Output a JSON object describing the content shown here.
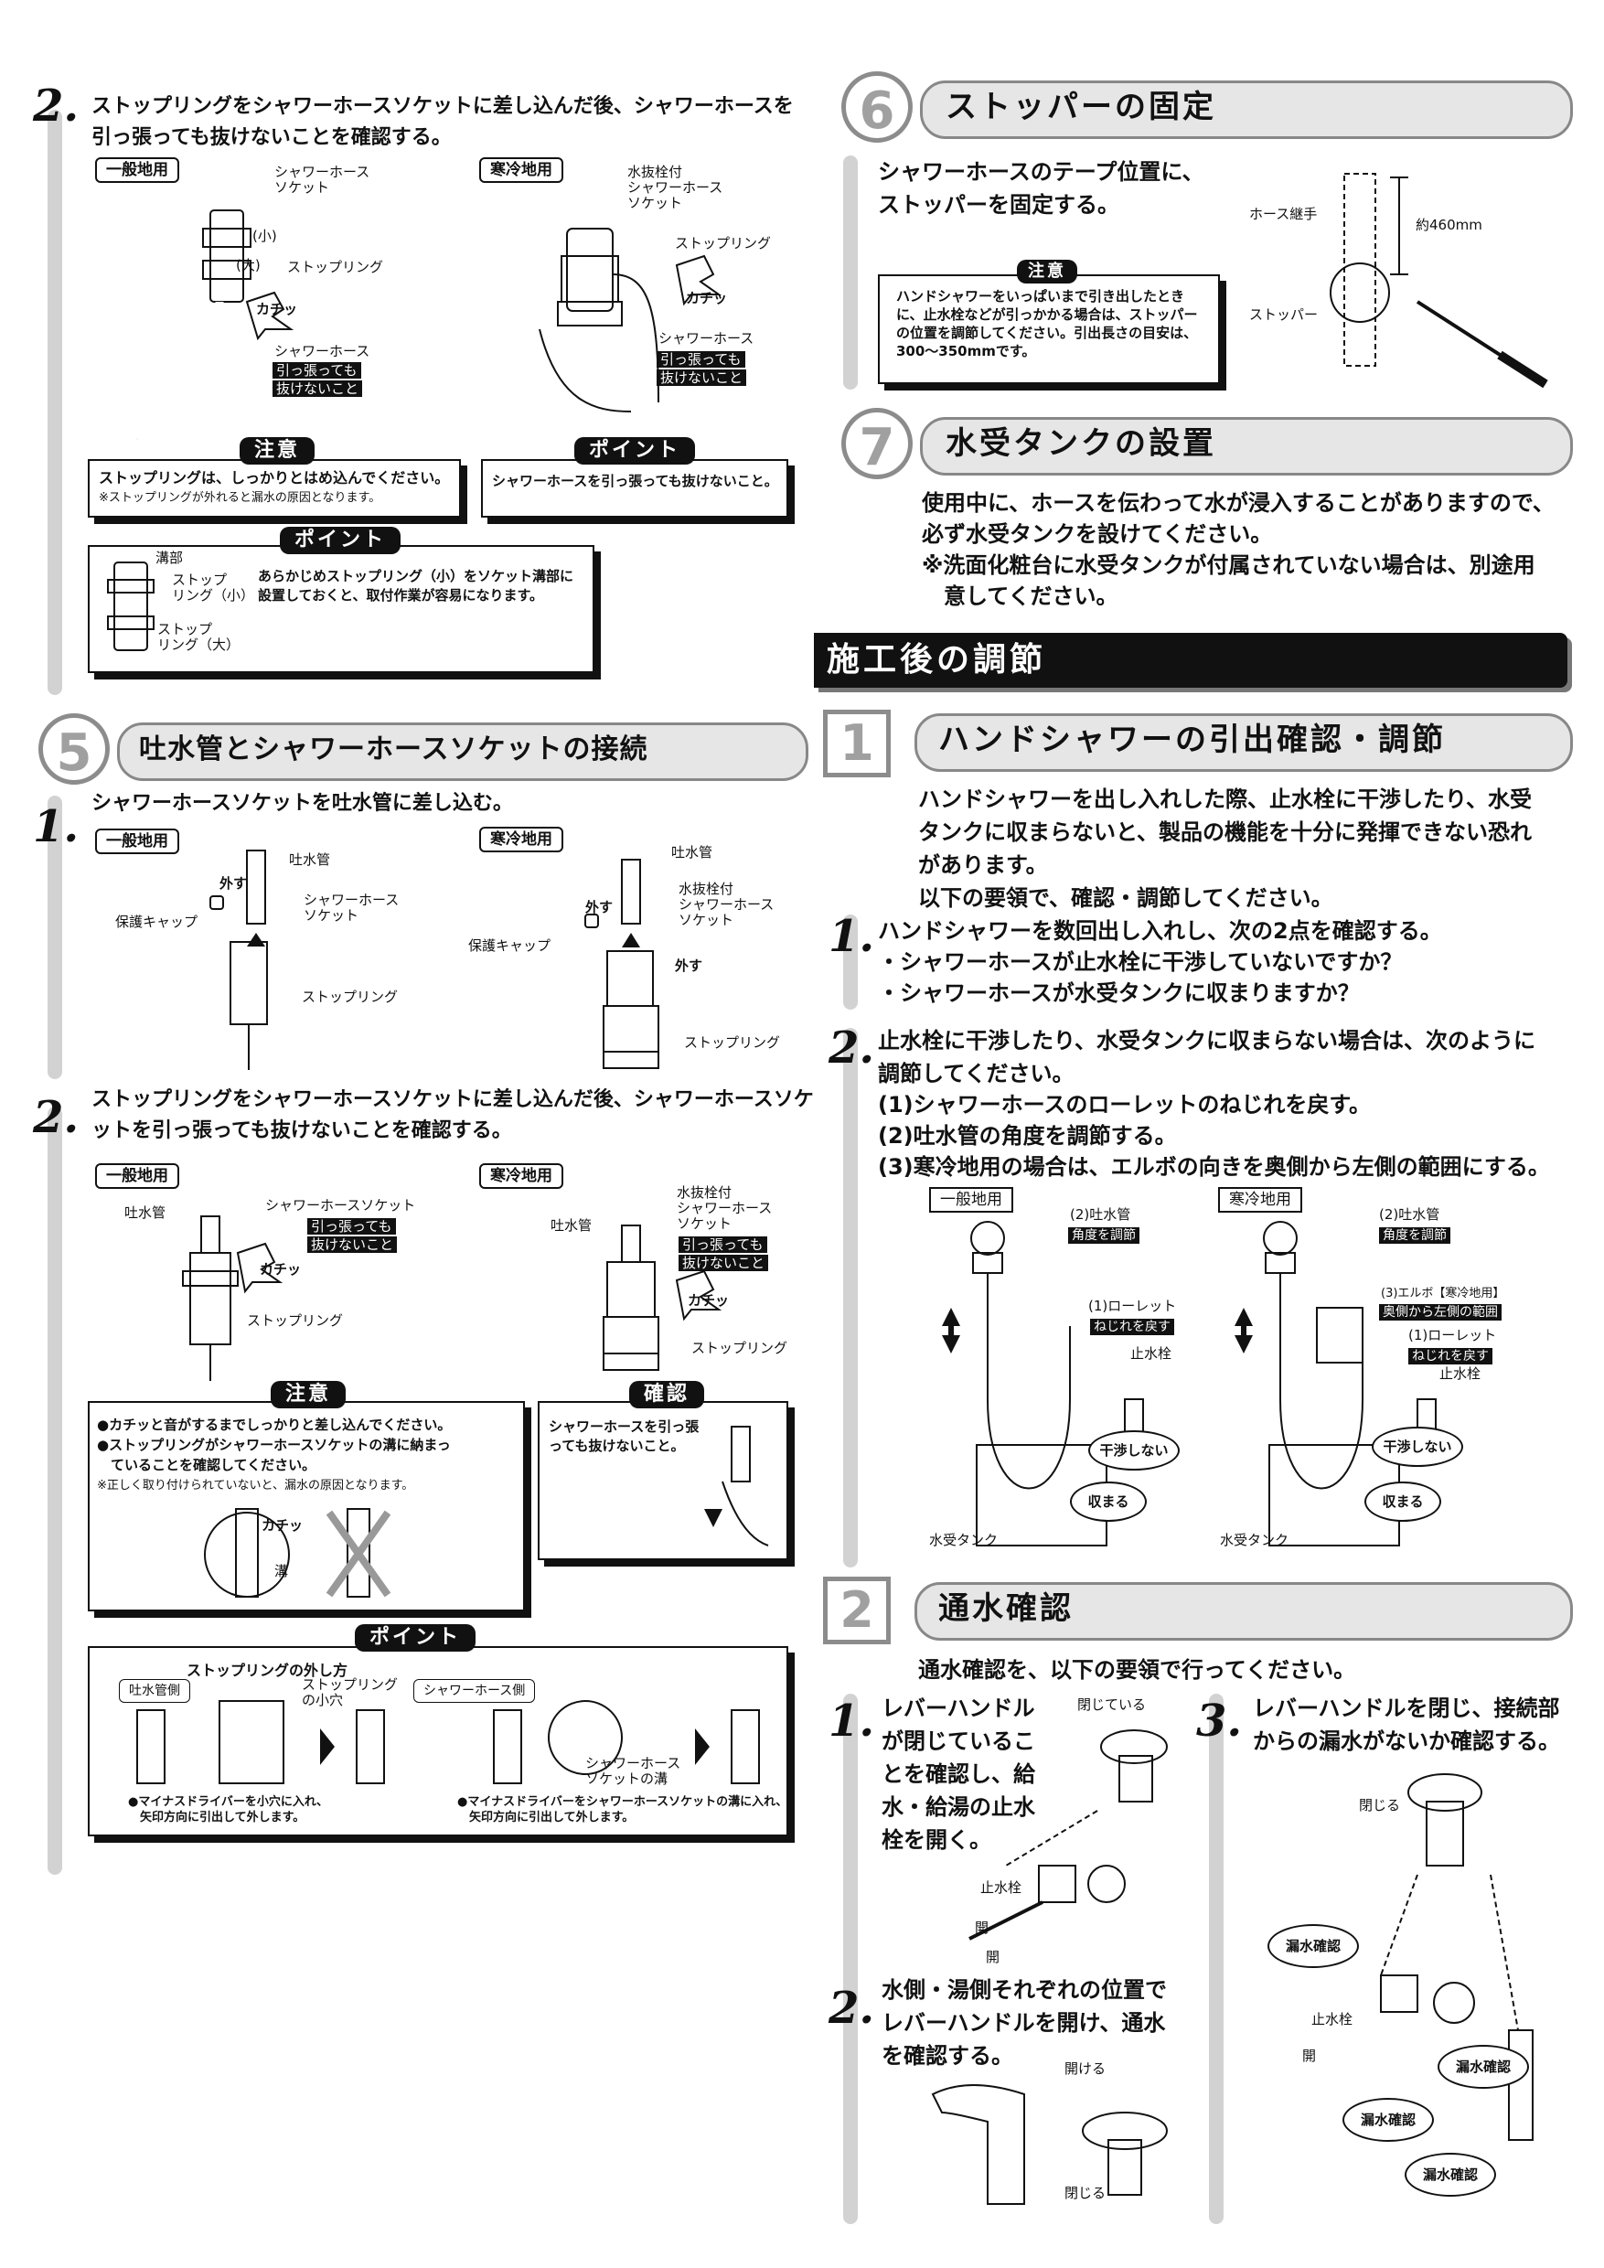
{
  "left": {
    "s4_step2": {
      "num": "2.",
      "text": "ストップリングをシャワーホースソケットに差し込んだ後、シャワーホースを引っ張っても抜けないことを確認する。"
    },
    "tags": {
      "general": "一般地用",
      "cold": "寒冷地用"
    },
    "fig1": {
      "shower_socket": "シャワーホース\nソケット",
      "small": "(小)",
      "large": "(大)",
      "stop_ring": "ストップリング",
      "click": "カチッ",
      "shower_hose": "シャワーホース",
      "pull1": "引っ張っても",
      "pull2": "抜けないこと",
      "drain_socket": "水抜栓付\nシャワーホース\nソケット"
    },
    "caution1": {
      "head": "注意",
      "line1": "ストップリングは、しっかりとはめ込んでください。",
      "line2": "※ストップリングが外れると漏水の原因となります。"
    },
    "point1": {
      "head": "ポイント",
      "line1": "シャワーホースを引っ張っても抜けないこと。"
    },
    "point2": {
      "head": "ポイント",
      "groove": "溝部",
      "ring_small": "ストップ\nリング（小）",
      "ring_large": "ストップ\nリング（大）",
      "text": "あらかじめストップリング（小）をソケット溝部に設置しておくと、取付作業が容易になります。"
    },
    "sec5": {
      "num": "5",
      "title": "吐水管とシャワーホースソケットの接続",
      "step1": {
        "num": "1.",
        "text": "シャワーホースソケットを吐水管に差し込む。"
      },
      "fig": {
        "spout": "吐水管",
        "remove": "外す",
        "cap": "保護キャップ",
        "socket": "シャワーホース\nソケット",
        "stop_ring": "ストップリング",
        "drain_socket": "水抜栓付\nシャワーホース\nソケット"
      },
      "step2": {
        "num": "2.",
        "text": "ストップリングをシャワーホースソケットに差し込んだ後、シャワーホースソケットを引っ張っても抜けないことを確認する。"
      },
      "fig2": {
        "spout": "吐水管",
        "socket": "シャワーホースソケット",
        "pull1": "引っ張っても",
        "pull2": "抜けないこと",
        "click": "カチッ",
        "stop_ring": "ストップリング",
        "drain_socket": "水抜栓付\nシャワーホース\nソケット"
      },
      "caution": {
        "head": "注意",
        "line1": "●カチッと音がするまでしっかりと差し込んでください。",
        "line2": "●ストップリングがシャワーホースソケットの溝に納まっ",
        "line3": "　ていることを確認してください。",
        "line4": "※正しく取り付けられていないと、漏水の原因となります。",
        "click": "カチッ",
        "groove": "溝"
      },
      "confirm": {
        "head": "確認",
        "text": "シャワーホースを引っ張っても抜けないこと。"
      },
      "point": {
        "head": "ポイント",
        "title": "ストップリングの外し方",
        "side_spout": "吐水管側",
        "side_hose": "シャワーホース側",
        "hole": "ストップリング\nの小穴",
        "groove": "シャワーホース\nソケットの溝",
        "note1": "●マイナスドライバーを小穴に入れ、\n　矢印方向に引出して外します。",
        "note2": "●マイナスドライバーをシャワーホースソケットの溝に入れ、\n　矢印方向に引出して外します。"
      }
    }
  },
  "right": {
    "sec6": {
      "num": "6",
      "title": "ストッパーの固定",
      "text1": "シャワーホースのテープ位置に、",
      "text2": "ストッパーを固定する。",
      "caution_head": "注意",
      "caution": "ハンドシャワーをいっぱいまで引き出したときに、止水栓などが引っかかる場合は、ストッパーの位置を調節してください。引出長さの目安は、300〜350mmです。",
      "hose_joint": "ホース継手",
      "length": "約460mm",
      "stopper": "ストッパー"
    },
    "sec7": {
      "num": "7",
      "title": "水受タンクの設置",
      "line1": "使用中に、ホースを伝わって水が浸入することがありますので、",
      "line2": "必ず水受タンクを設けてください。",
      "line3": "※洗面化粧台に水受タンクが付属されていない場合は、別途用",
      "line4": "　意してください。"
    },
    "after": {
      "title": "施工後の調節"
    },
    "adj1": {
      "num": "1",
      "title": "ハンドシャワーの引出確認・調節",
      "intro": "ハンドシャワーを出し入れした際、止水栓に干渉したり、水受タンクに収まらないと、製品の機能を十分に発揮できない恐れがあります。",
      "intro2": "以下の要領で、確認・調節してください。",
      "step1_num": "1.",
      "step1_l1": "ハンドシャワーを数回出し入れし、次の2点を確認する。",
      "step1_l2": "・シャワーホースが止水栓に干渉していないですか？",
      "step1_l3": "・シャワーホースが水受タンクに収まりますか？",
      "step2_num": "2.",
      "step2_l1": "止水栓に干渉したり、水受タンクに収まらない場合は、次のように調節してください。",
      "step2_l2": "(1)シャワーホースのローレットのねじれを戻す。",
      "step2_l3": "(2)吐水管の角度を調節する。",
      "step2_l4": "(3)寒冷地用の場合は、エルボの向きを奥側から左側の範囲にする。",
      "fig": {
        "general": "一般地用",
        "cold": "寒冷地用",
        "spout": "(2)吐水管",
        "angle": "角度を調節",
        "knurl": "(1)ローレット",
        "untwist": "ねじれを戻す",
        "valve": "止水栓",
        "no_interfere": "干渉しない",
        "fits": "収まる",
        "tank": "水受タンク",
        "elbow": "(3)エルボ【寒冷地用】",
        "elbow_range": "奥側から左側の範囲"
      }
    },
    "adj2": {
      "num": "2",
      "title": "通水確認",
      "intro": "通水確認を、以下の要領で行ってください。",
      "s1_num": "1.",
      "s1": "レバーハンドルが閉じていることを確認し、給水・給湯の止水栓を開く。",
      "s2_num": "2.",
      "s2": "水側・湯側それぞれの位置でレバーハンドルを開け、通水を確認する。",
      "s3_num": "3.",
      "s3": "レバーハンドルを閉じ、接続部からの漏水がないか確認する。",
      "closed": "閉じている",
      "valve": "止水栓",
      "open": "開",
      "open2": "開",
      "open_lever": "開ける",
      "close_lever": "閉じる",
      "close": "閉じる",
      "leak": "漏水確認"
    }
  }
}
